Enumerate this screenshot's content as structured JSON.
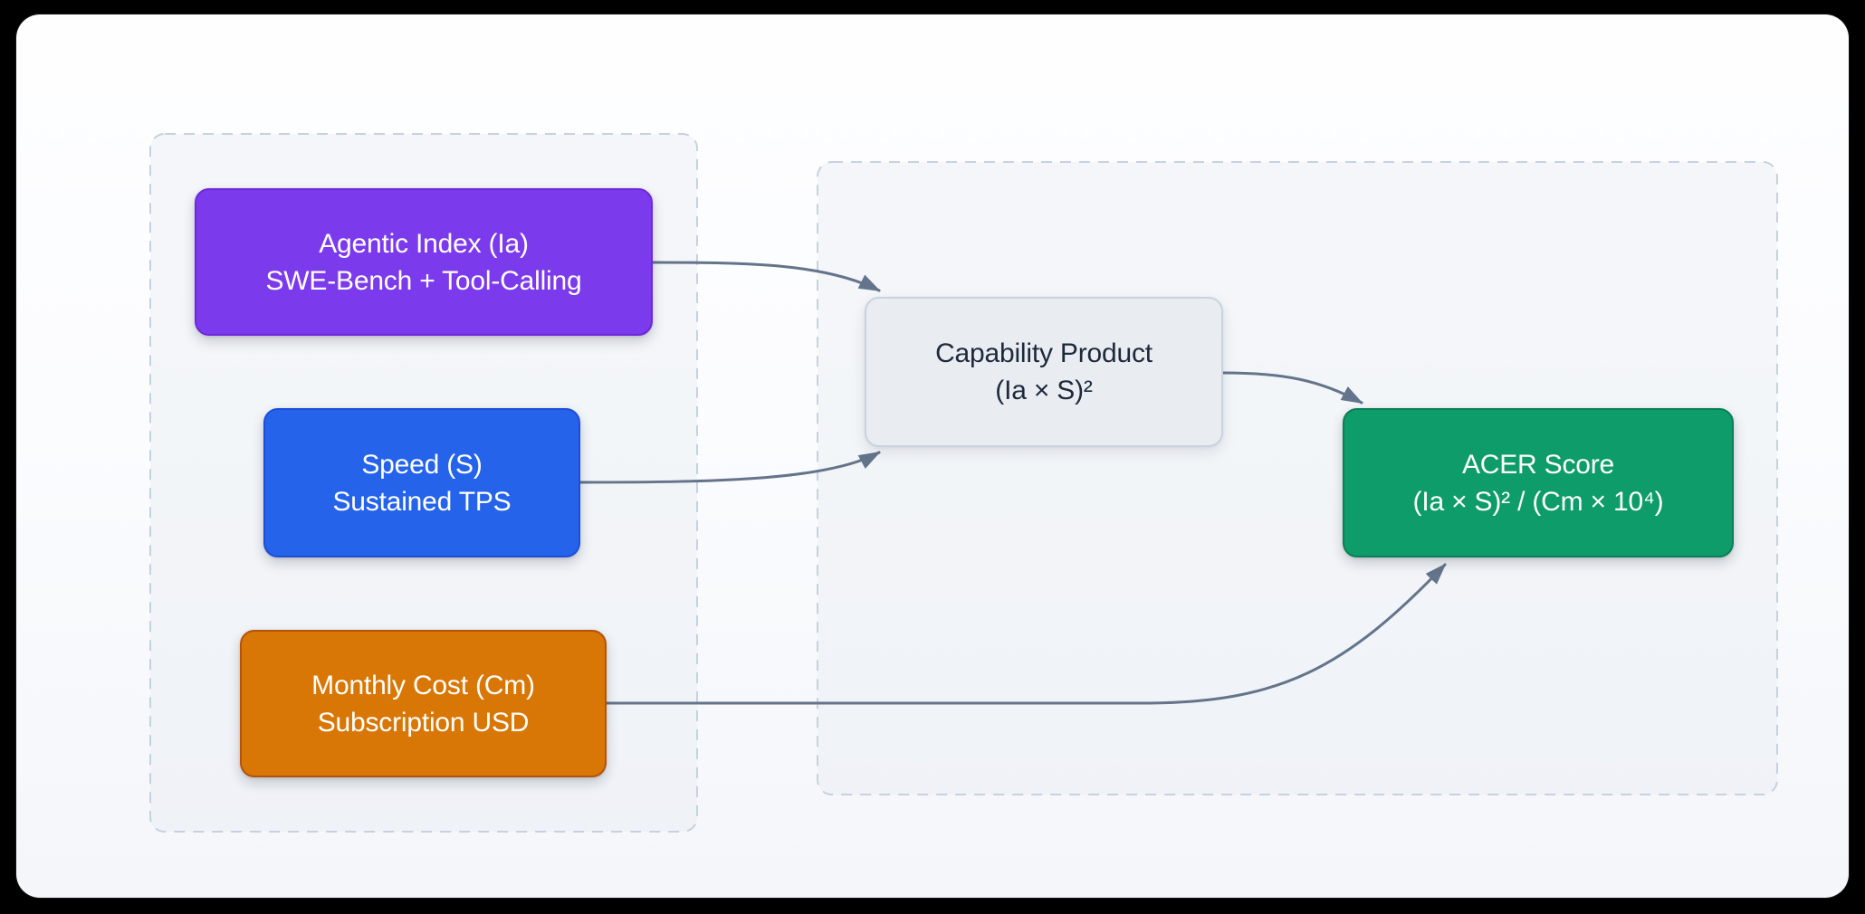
{
  "colors": {
    "page_bg": "#000000",
    "edge": "#64748b",
    "group_border": "#c7d1e0",
    "group_fill": "rgba(226,232,240,0.32)"
  },
  "nodes": {
    "agentic_index": {
      "title": "Agentic Index (Ia)",
      "subtitle": "SWE-Bench + Tool-Calling",
      "fill": "#7c3aed",
      "border": "#6d28d9",
      "text_color": "#ffffff"
    },
    "speed": {
      "title": "Speed (S)",
      "subtitle": "Sustained TPS",
      "fill": "#2563eb",
      "border": "#1d4ed8",
      "text_color": "#ffffff"
    },
    "monthly_cost": {
      "title": "Monthly Cost (Cm)",
      "subtitle": "Subscription USD",
      "fill": "#d97706",
      "border": "#b45309",
      "text_color": "#ffffff"
    },
    "capability_product": {
      "title": "Capability Product",
      "subtitle": "(Ia × S)²",
      "fill": "#e9edf2",
      "border": "#c9d3e0",
      "text_color": "#1e293b"
    },
    "acer_score": {
      "title": "ACER Score",
      "subtitle": "(Ia × S)² / (Cm × 10⁴)",
      "fill": "#0d9c6a",
      "border": "#0b7f56",
      "text_color": "#ffffff"
    }
  },
  "edges": [
    {
      "from": "agentic_index",
      "to": "capability_product"
    },
    {
      "from": "speed",
      "to": "capability_product"
    },
    {
      "from": "capability_product",
      "to": "acer_score"
    },
    {
      "from": "monthly_cost",
      "to": "acer_score"
    }
  ]
}
